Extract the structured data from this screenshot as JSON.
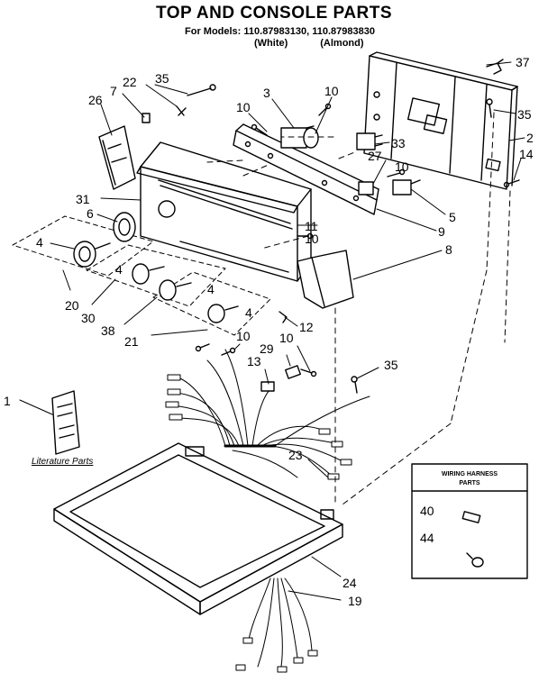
{
  "header": {
    "title": "TOP AND CONSOLE PARTS",
    "models_line": "For Models: 110.87983130, 110.87983830",
    "variants": [
      "(White)",
      "(Almond)"
    ]
  },
  "literature_label": "Literature Parts",
  "harness_box": {
    "title_line1": "WIRING HARNESS",
    "title_line2": "PARTS"
  },
  "callouts": {
    "c1": "1",
    "c2": "2",
    "c3": "3",
    "c4a": "4",
    "c4b": "4",
    "c4c": "4",
    "c4d": "4",
    "c5": "5",
    "c6": "6",
    "c7": "7",
    "c8": "8",
    "c9": "9",
    "c10a": "10",
    "c10b": "10",
    "c10c": "10",
    "c10d": "10",
    "c10e": "10",
    "c10f": "10",
    "c11": "11",
    "c12": "12",
    "c13": "13",
    "c14": "14",
    "c19": "19",
    "c20": "20",
    "c21": "21",
    "c22": "22",
    "c23": "23",
    "c24": "24",
    "c26": "26",
    "c27": "27",
    "c29": "29",
    "c30": "30",
    "c31": "31",
    "c33": "33",
    "c35a": "35",
    "c35b": "35",
    "c35c": "35",
    "c37": "37",
    "c38": "38",
    "c40": "40",
    "c44": "44"
  }
}
